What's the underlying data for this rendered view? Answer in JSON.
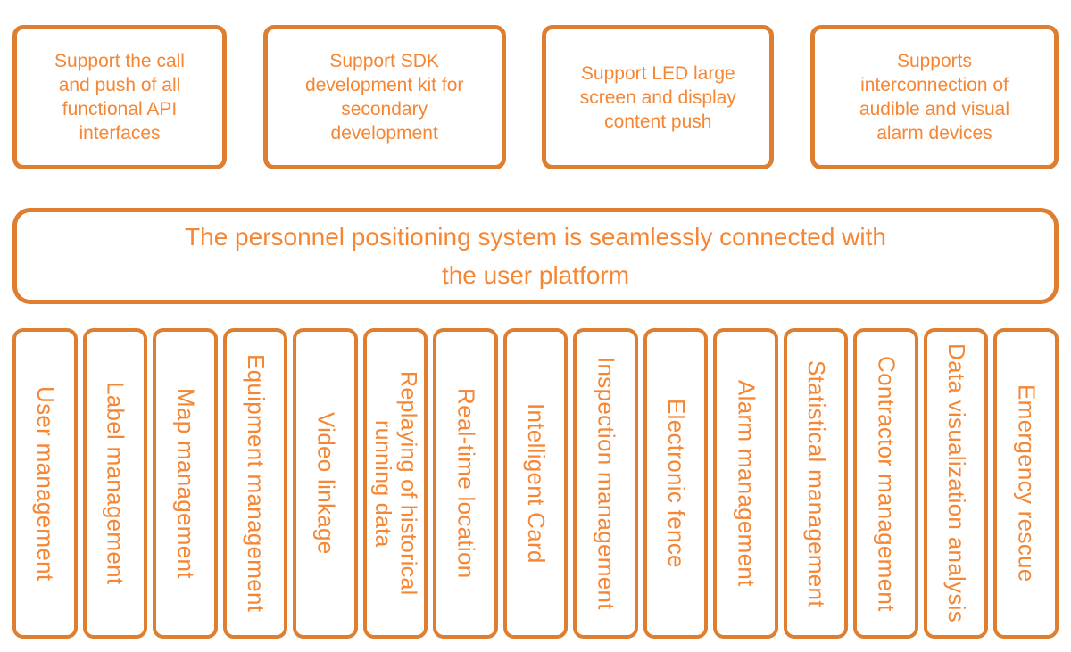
{
  "colors": {
    "accent_border": "#DE7E30",
    "accent_text": "#F58634",
    "background": "#FFFFFF"
  },
  "top_features": [
    {
      "label": "Support the call\nand push of all\nfunctional API\ninterfaces"
    },
    {
      "label": "Support SDK\ndevelopment kit for\nsecondary\ndevelopment"
    },
    {
      "label": "Support LED large\nscreen and display\ncontent push"
    },
    {
      "label": "Supports\ninterconnection of\naudible and visual\nalarm devices"
    }
  ],
  "banner": {
    "label": "The personnel positioning system is seamlessly connected with\nthe user platform"
  },
  "modules": [
    {
      "label": "User management"
    },
    {
      "label": "Label management"
    },
    {
      "label": "Map management"
    },
    {
      "label": "Equipment management"
    },
    {
      "label": "Video linkage"
    },
    {
      "label": "Replaying of historical\nrunning data"
    },
    {
      "label": "Real-time location"
    },
    {
      "label": "Intelligent Card"
    },
    {
      "label": "Inspection management"
    },
    {
      "label": "Electronic fence"
    },
    {
      "label": "Alarm management"
    },
    {
      "label": "Statistical management"
    },
    {
      "label": "Contractor management"
    },
    {
      "label": "Data visualization analysis"
    },
    {
      "label": "Emergency rescue"
    }
  ]
}
